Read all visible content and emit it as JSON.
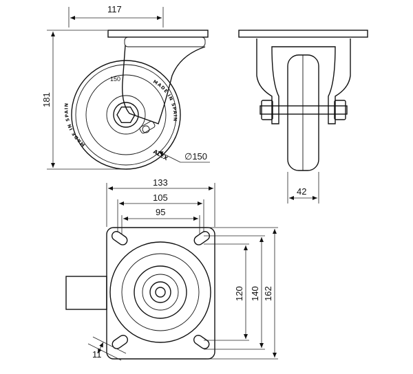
{
  "dimensions": {
    "overall_width": "117",
    "overall_height": "181",
    "wheel_diameter": "∅150",
    "wheel_width": "42",
    "plate_length": "133",
    "hole_spacing_outer": "105",
    "hole_spacing_inner": "95",
    "plate_width_120": "120",
    "plate_width_140": "140",
    "plate_width_162": "162",
    "hole_size": "11"
  },
  "wheel_markings": {
    "made_in_spain_left": "MADE IN SPAIN",
    "made_in_spain_right": "MADE IN SPAIN",
    "size_label": "150",
    "brand": "ALEX"
  }
}
